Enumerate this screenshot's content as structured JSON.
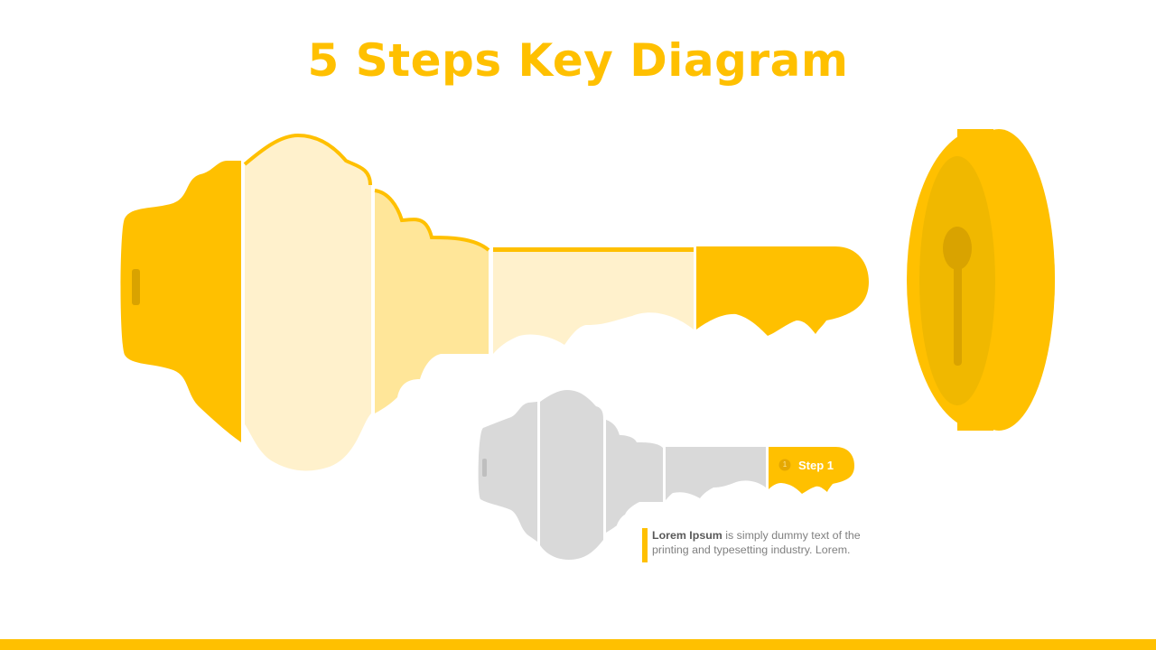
{
  "slide": {
    "title": "5 Steps Key Diagram"
  },
  "small_key": {
    "step_number": "1",
    "step_label": "Step 1"
  },
  "description": {
    "bold": "Lorem Ipsum",
    "rest": " is simply dummy text of the printing and typesetting industry. Lorem."
  },
  "colors": {
    "accent": "#FFC000",
    "light": "#FFF1CC",
    "medium": "#FFE699",
    "gray": "#D9D9D9",
    "text": "#808080"
  },
  "icons": {
    "lock": "keyhole-lock-icon",
    "key": "key-icon"
  }
}
